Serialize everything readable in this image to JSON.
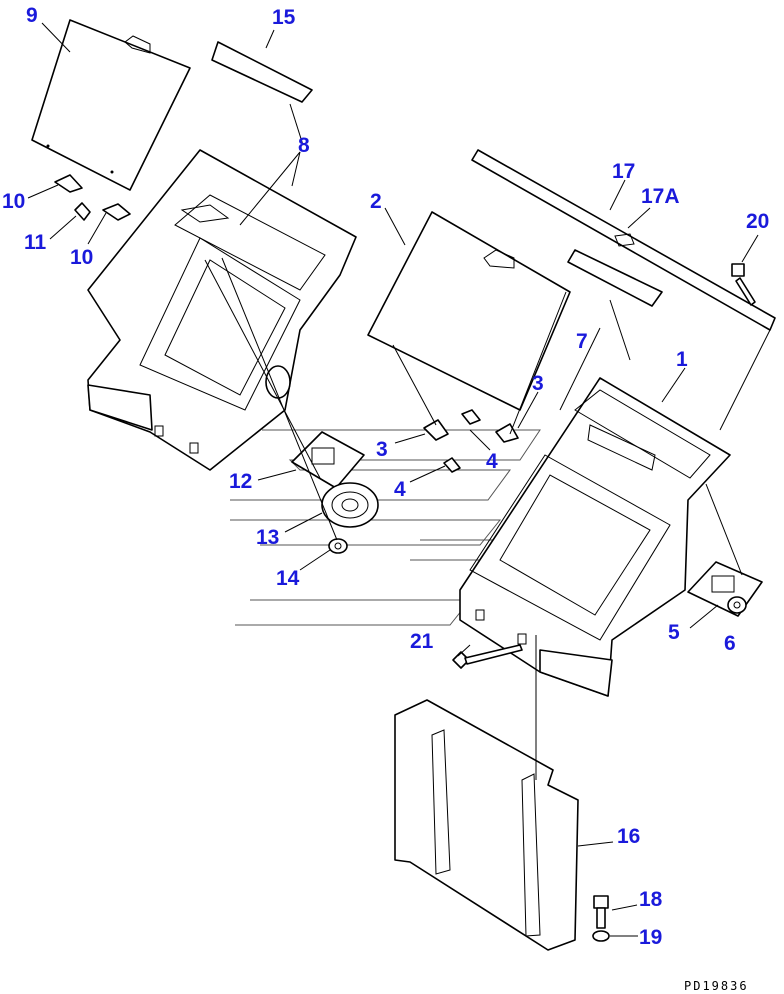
{
  "callouts": [
    {
      "id": "c9",
      "label": "9"
    },
    {
      "id": "c15",
      "label": "15"
    },
    {
      "id": "c8",
      "label": "8"
    },
    {
      "id": "c10a",
      "label": "10"
    },
    {
      "id": "c11",
      "label": "11"
    },
    {
      "id": "c10b",
      "label": "10"
    },
    {
      "id": "c2",
      "label": "2"
    },
    {
      "id": "c17",
      "label": "17"
    },
    {
      "id": "c17a",
      "label": "17A"
    },
    {
      "id": "c20",
      "label": "20"
    },
    {
      "id": "c7",
      "label": "7"
    },
    {
      "id": "c1",
      "label": "1"
    },
    {
      "id": "c3a",
      "label": "3"
    },
    {
      "id": "c3b",
      "label": "3"
    },
    {
      "id": "c4a",
      "label": "4"
    },
    {
      "id": "c4b",
      "label": "4"
    },
    {
      "id": "c12",
      "label": "12"
    },
    {
      "id": "c13",
      "label": "13"
    },
    {
      "id": "c14",
      "label": "14"
    },
    {
      "id": "c5",
      "label": "5"
    },
    {
      "id": "c6",
      "label": "6"
    },
    {
      "id": "c21",
      "label": "21"
    },
    {
      "id": "c16",
      "label": "16"
    },
    {
      "id": "c18",
      "label": "18"
    },
    {
      "id": "c19",
      "label": "19"
    }
  ],
  "drawing_code": "PD19836",
  "colors": {
    "callout": "#1a1adb",
    "line": "#000000",
    "background": "#ffffff"
  }
}
